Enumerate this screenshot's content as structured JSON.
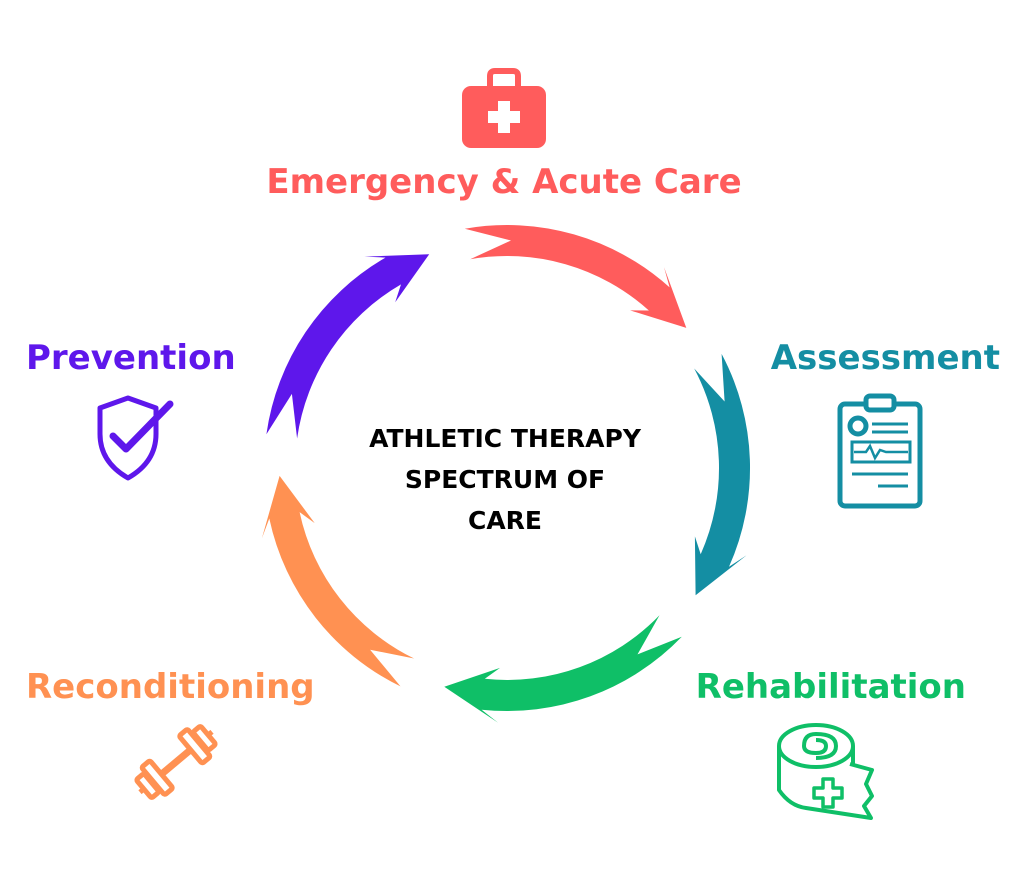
{
  "title_lines": [
    "ATHLETIC THERAPY",
    "SPECTRUM OF",
    "CARE"
  ],
  "stages": [
    {
      "key": "emergency",
      "label": "Emergency & Acute Care",
      "color": "#ff5c5c",
      "icon": "first-aid-kit-icon"
    },
    {
      "key": "assessment",
      "label": "Assessment",
      "color": "#148ea3",
      "icon": "clipboard-icon"
    },
    {
      "key": "rehab",
      "label": "Rehabilitation",
      "color": "#0fbf67",
      "icon": "bandage-roll-icon"
    },
    {
      "key": "recond",
      "label": "Reconditioning",
      "color": "#ff9152",
      "icon": "dumbbell-icon"
    },
    {
      "key": "prevention",
      "label": "Prevention",
      "color": "#5e17eb",
      "icon": "shield-check-icon"
    }
  ]
}
